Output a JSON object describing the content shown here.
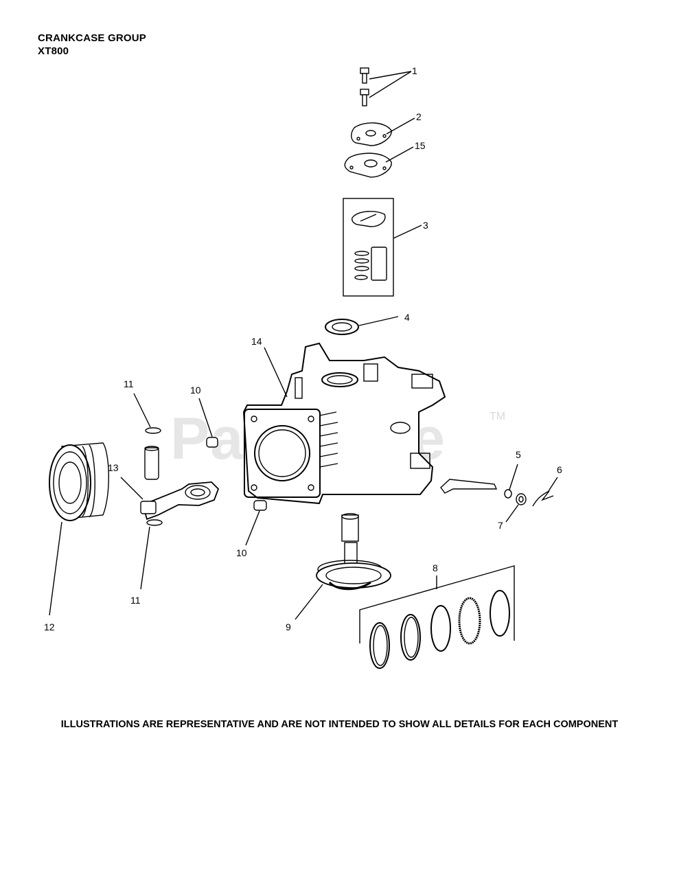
{
  "header": {
    "title": "CRANKCASE GROUP",
    "model": "XT800"
  },
  "watermark": {
    "text": "PartsTree",
    "tm": "TM"
  },
  "callouts": [
    {
      "id": "1",
      "label": "1"
    },
    {
      "id": "2",
      "label": "2"
    },
    {
      "id": "15",
      "label": "15"
    },
    {
      "id": "3",
      "label": "3"
    },
    {
      "id": "4",
      "label": "4"
    },
    {
      "id": "14",
      "label": "14"
    },
    {
      "id": "11a",
      "label": "11"
    },
    {
      "id": "10a",
      "label": "10"
    },
    {
      "id": "13",
      "label": "13"
    },
    {
      "id": "5",
      "label": "5"
    },
    {
      "id": "6",
      "label": "6"
    },
    {
      "id": "7",
      "label": "7"
    },
    {
      "id": "10b",
      "label": "10"
    },
    {
      "id": "11b",
      "label": "11"
    },
    {
      "id": "12",
      "label": "12"
    },
    {
      "id": "8",
      "label": "8"
    },
    {
      "id": "9",
      "label": "9"
    }
  ],
  "footer": {
    "disclaimer": "ILLUSTRATIONS ARE REPRESENTATIVE AND ARE NOT INTENDED TO SHOW ALL DETAILS FOR EACH COMPONENT"
  }
}
